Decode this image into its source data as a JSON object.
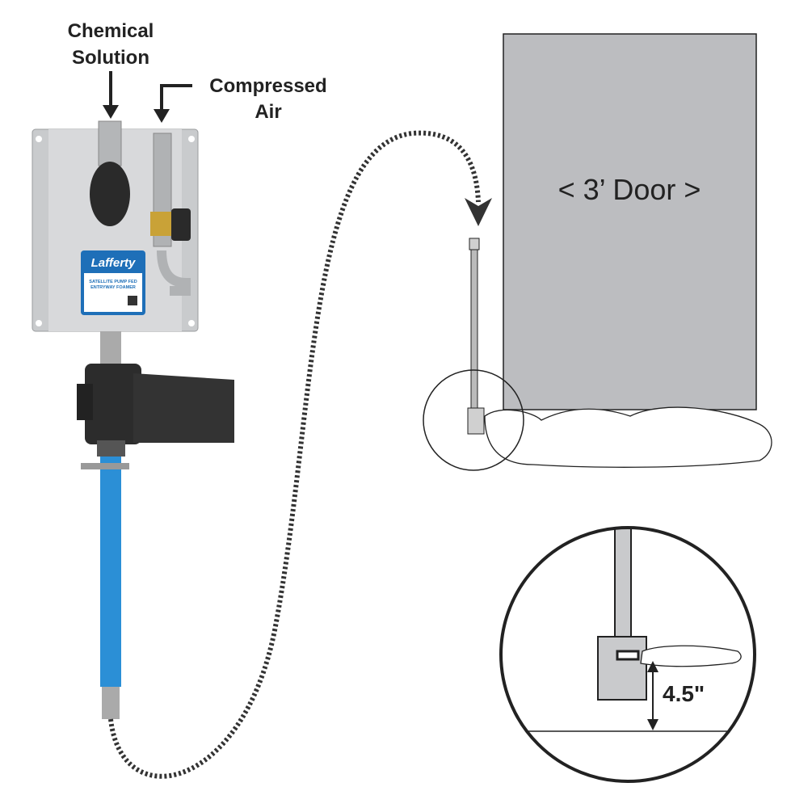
{
  "labels": {
    "chemical_solution_line1": "Chemical",
    "chemical_solution_line2": "Solution",
    "compressed_air_line1": "Compressed",
    "compressed_air_line2": "Air",
    "door": "< 3’ Door >",
    "height": "4.5\""
  },
  "product_label": {
    "brand": "Lafferty",
    "title_line1": "SATELLITE PUMP FED",
    "title_line2": "ENTRYWAY FOAMER"
  },
  "colors": {
    "door": "#bcbdc0",
    "hose": "#2b8fd6",
    "label_blue": "#1e6fb8",
    "panel": "#c9cbcd"
  }
}
